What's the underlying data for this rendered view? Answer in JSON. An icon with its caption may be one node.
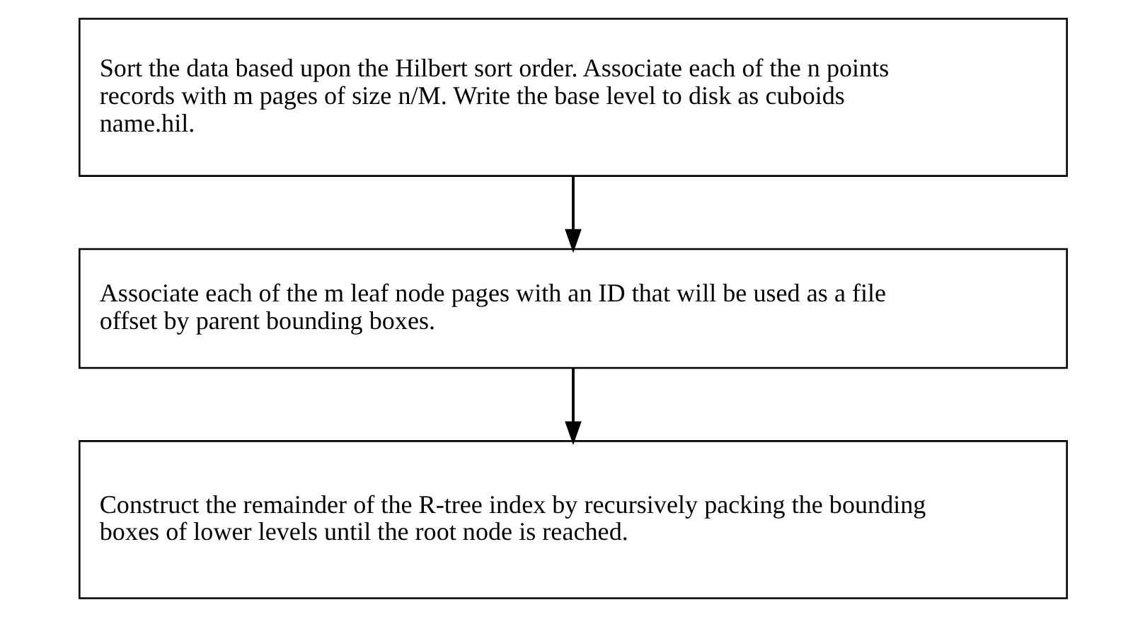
{
  "diagram": {
    "nodes": [
      {
        "text": [
          "Sort the data based upon the Hilbert sort order. Associate each of the n points records with m pages of size n/M. Write the base level to disk as cuboids name.hil."
        ]
      },
      {
        "text": [
          "Associate each of the m leaf node pages with an ID that will be used as a file offset by parent bounding boxes."
        ]
      },
      {
        "text": [
          "Construct the remainder of the R-tree index by recursively packing the bounding boxes of lower levels until the root node is reached."
        ]
      }
    ],
    "edges": [
      {
        "from": 0,
        "to": 1,
        "arrow": "to"
      },
      {
        "from": 1,
        "to": 2,
        "arrow": "to"
      }
    ]
  }
}
